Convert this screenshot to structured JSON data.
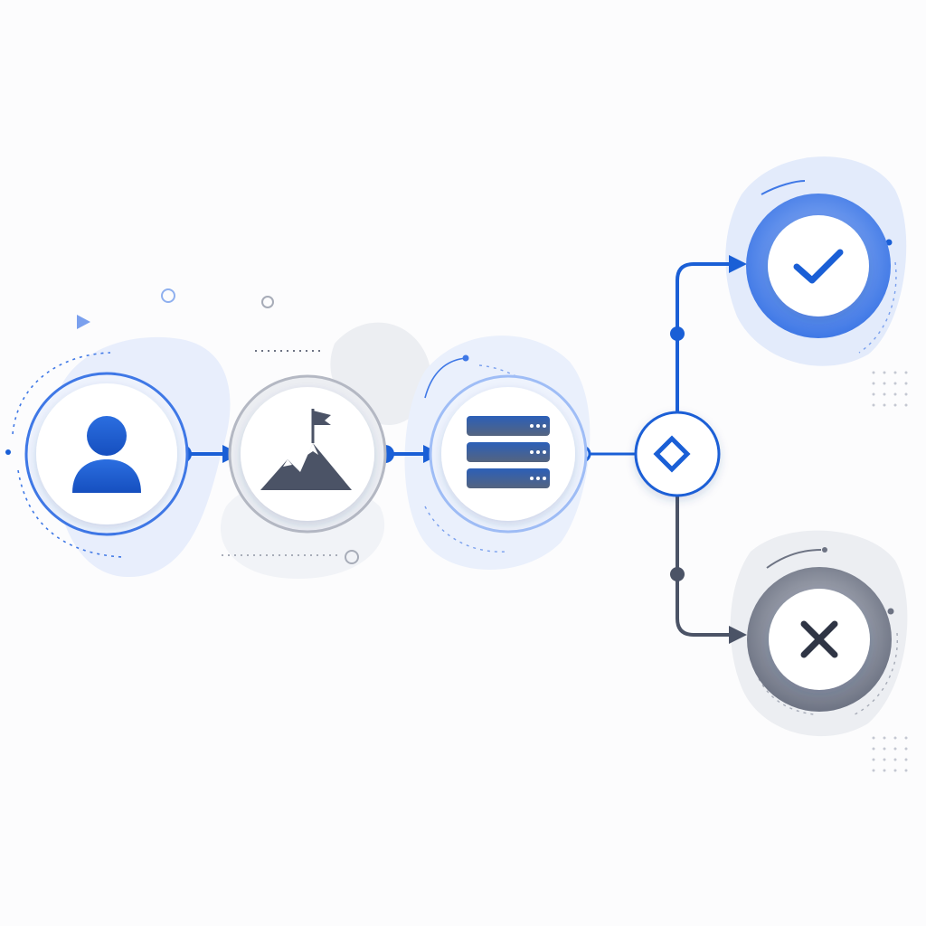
{
  "diagram": {
    "nodes": [
      {
        "id": "user",
        "icon": "user-icon",
        "theme": "primary"
      },
      {
        "id": "goal",
        "icon": "mountain-flag-icon",
        "theme": "neutral"
      },
      {
        "id": "server",
        "icon": "server-stack-icon",
        "theme": "primary-soft"
      },
      {
        "id": "decision",
        "icon": "diamond-icon",
        "theme": "primary"
      },
      {
        "id": "success",
        "icon": "check-icon",
        "theme": "primary"
      },
      {
        "id": "failure",
        "icon": "x-icon",
        "theme": "neutral-dark"
      }
    ],
    "edges": [
      {
        "from": "user",
        "to": "goal",
        "style": "arrow"
      },
      {
        "from": "goal",
        "to": "server",
        "style": "arrow"
      },
      {
        "from": "server",
        "to": "decision",
        "style": "line"
      },
      {
        "from": "decision",
        "to": "success",
        "style": "arrow"
      },
      {
        "from": "decision",
        "to": "failure",
        "style": "arrow"
      }
    ]
  },
  "colors": {
    "primary": "#1a5fd6",
    "primary_light": "#dbe6fb",
    "primary_ring": "#6f9cf0",
    "neutral": "#4b5366",
    "neutral_light": "#e6e8ee",
    "neutral_ring": "#a7acb8",
    "background": "#fcfcfd"
  }
}
